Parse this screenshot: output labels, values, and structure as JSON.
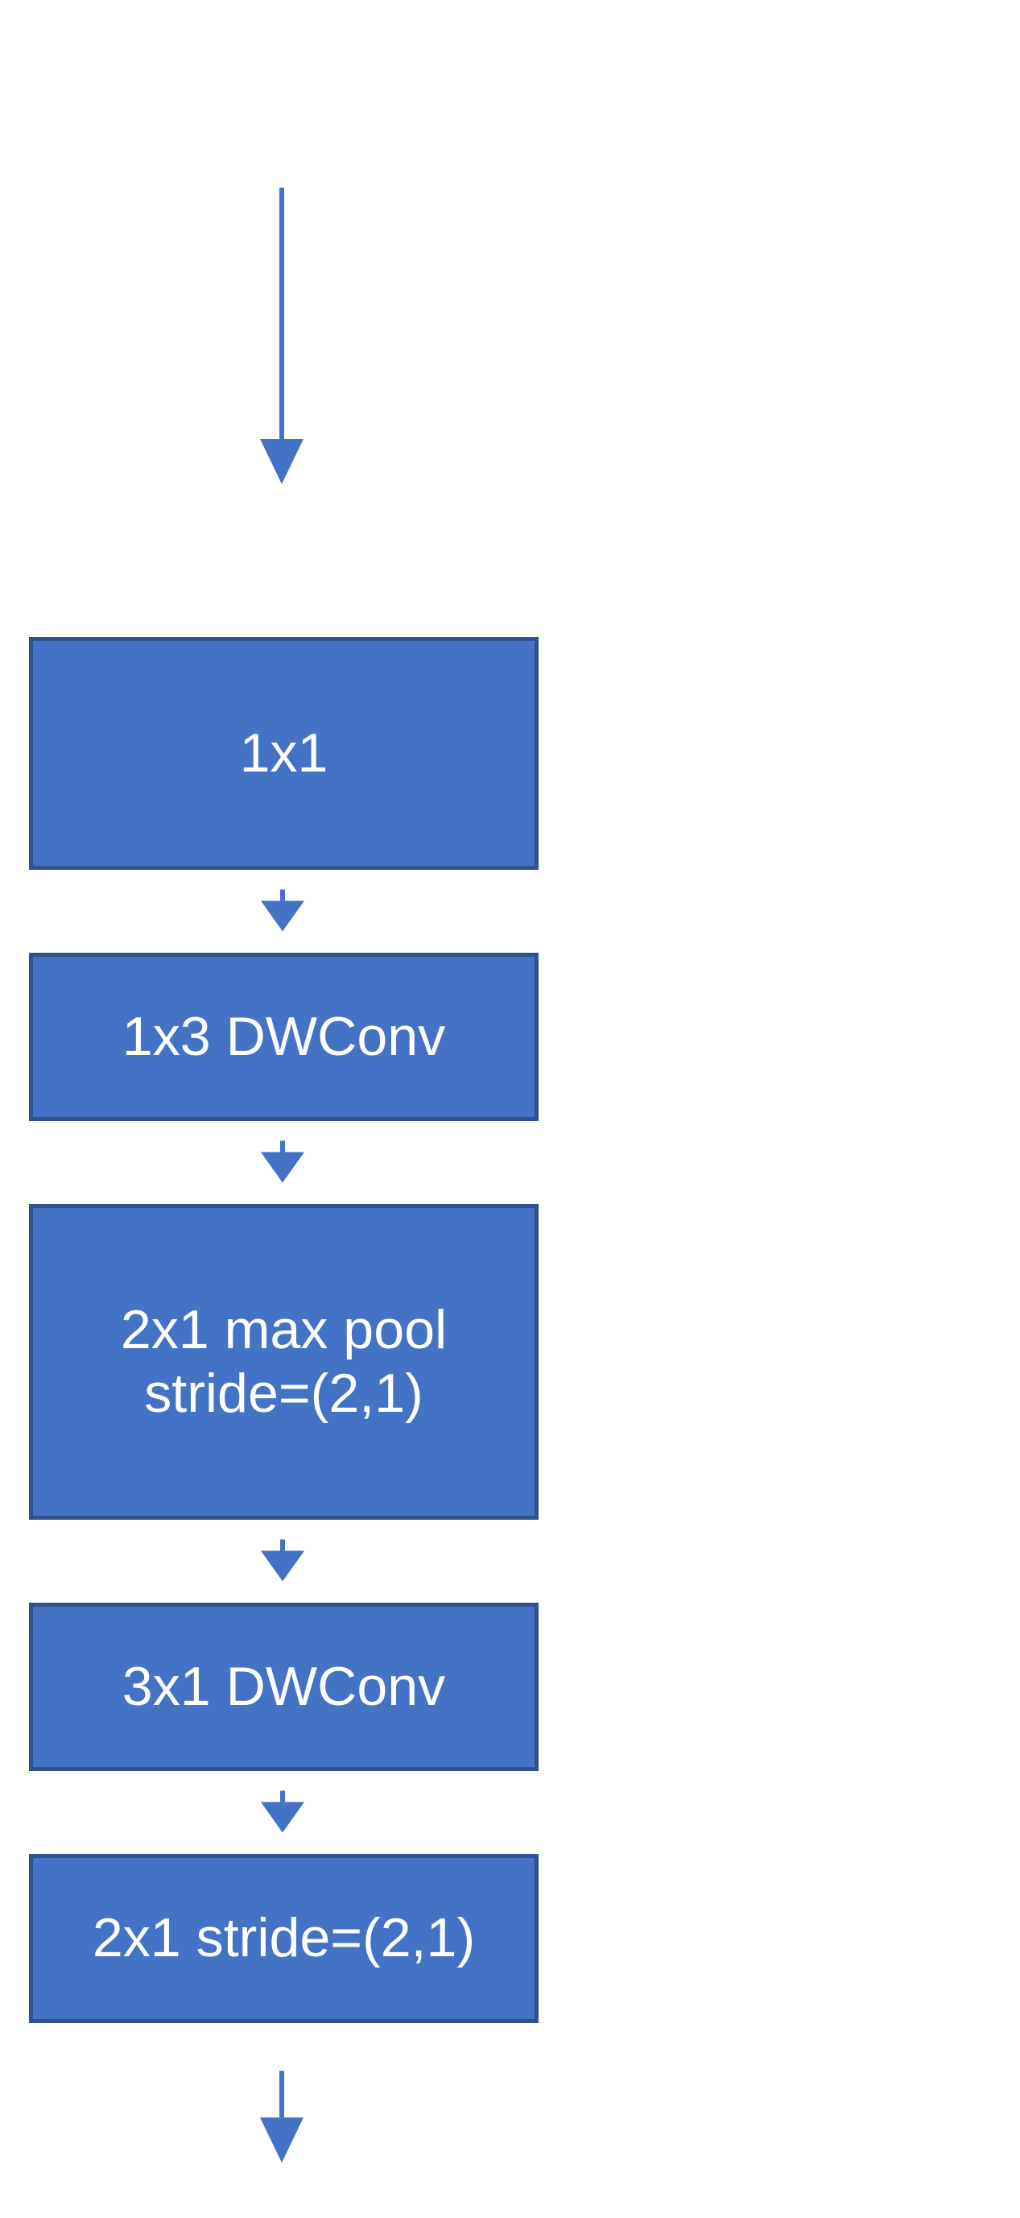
{
  "diagram": {
    "type": "flowchart",
    "orientation": "vertical",
    "title": "",
    "colors": {
      "node_fill": "#4472C4",
      "node_border": "#2F528F",
      "node_text": "#FFFFFF",
      "arrow": "#4472C4",
      "background": "#FFFFFF"
    },
    "entry_arrow": {
      "name": "input-arrow",
      "direction": "down"
    },
    "exit_arrow": {
      "name": "output-arrow",
      "direction": "down"
    },
    "nodes": [
      {
        "id": "node-1",
        "label": "1x1"
      },
      {
        "id": "node-2",
        "label": "1x3 DWConv"
      },
      {
        "id": "node-3",
        "label": "2x1 max pool\nstride=(2,1)"
      },
      {
        "id": "node-4",
        "label": "3x1 DWConv"
      },
      {
        "id": "node-5",
        "label": "2x1 stride=(2,1)"
      }
    ],
    "connectors": [
      {
        "id": "conn-in",
        "from": "input",
        "to": "node-1"
      },
      {
        "id": "conn-1-2",
        "from": "node-1",
        "to": "node-2"
      },
      {
        "id": "conn-2-3",
        "from": "node-2",
        "to": "node-3"
      },
      {
        "id": "conn-3-4",
        "from": "node-3",
        "to": "node-4"
      },
      {
        "id": "conn-4-5",
        "from": "node-4",
        "to": "node-5"
      },
      {
        "id": "conn-out",
        "from": "node-5",
        "to": "output"
      }
    ]
  }
}
